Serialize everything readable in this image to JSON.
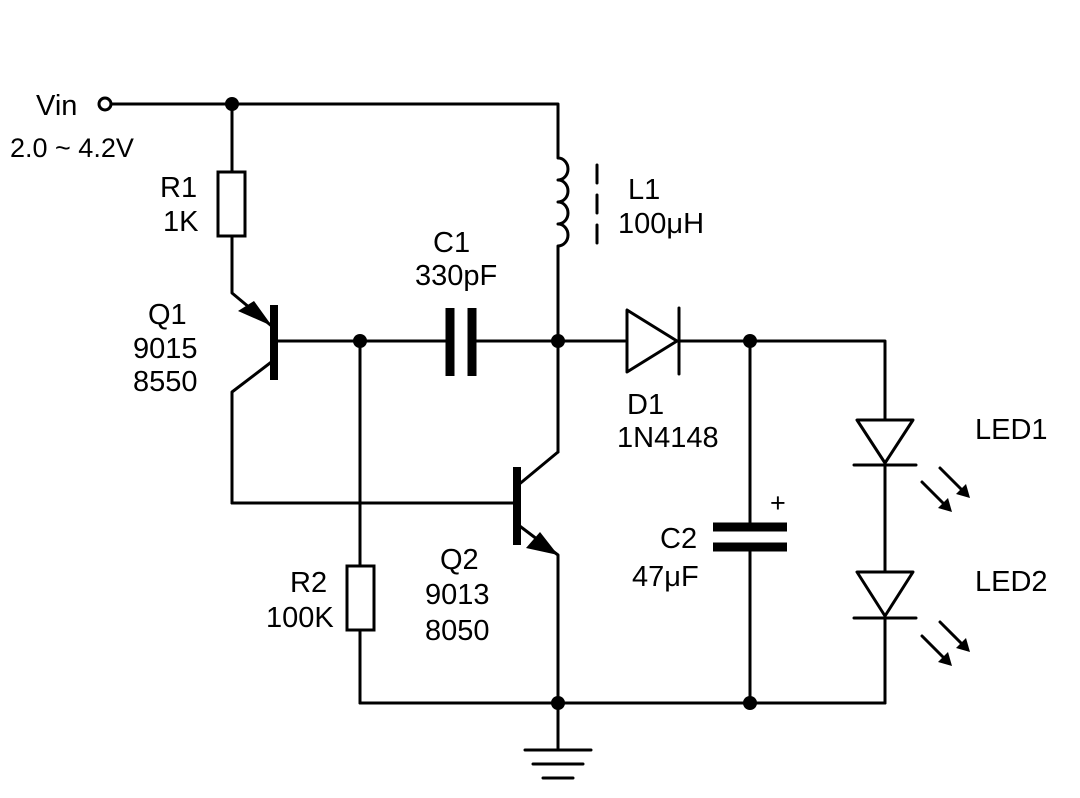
{
  "input": {
    "name": "Vin",
    "range": "2.0 ~ 4.2V"
  },
  "components": {
    "r1": {
      "ref": "R1",
      "value": "1K"
    },
    "r2": {
      "ref": "R2",
      "value": "100K"
    },
    "c1": {
      "ref": "C1",
      "value": "330pF"
    },
    "c2": {
      "ref": "C2",
      "value": "47μF",
      "polarity": "+"
    },
    "l1": {
      "ref": "L1",
      "value": "100μH"
    },
    "d1": {
      "ref": "D1",
      "value": "1N4148"
    },
    "q1": {
      "ref": "Q1",
      "part1": "9015",
      "part2": "8550"
    },
    "q2": {
      "ref": "Q2",
      "part1": "9013",
      "part2": "8050"
    },
    "led1": {
      "ref": "LED1"
    },
    "led2": {
      "ref": "LED2"
    }
  }
}
